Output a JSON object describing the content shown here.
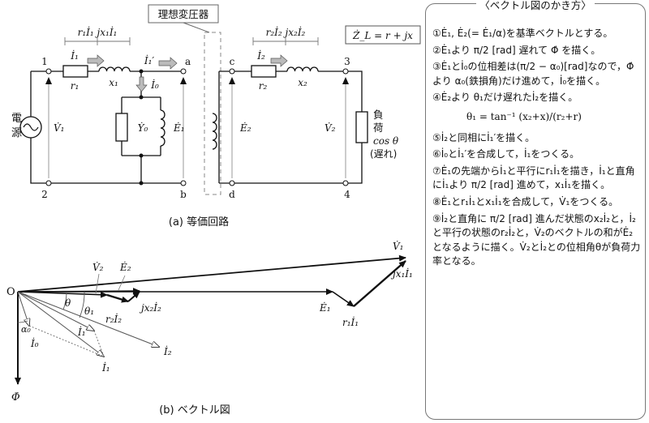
{
  "ideal_transformer_label": "理想変圧器",
  "circuit": {
    "zl_label": "Ż_L = r + jx",
    "r1x1_label": "r₁İ₁   jx₁İ₁",
    "r2x2_label": "r₂İ₂   jx₂İ₂",
    "node_1": "1",
    "node_2": "2",
    "node_3": "3",
    "node_4": "4",
    "node_a": "a",
    "node_b": "b",
    "node_c": "c",
    "node_d": "d",
    "i1": "İ₁",
    "i1p": "İ₁′",
    "i0": "İ₀",
    "i2": "İ₂",
    "r1": "r₁",
    "x1": "x₁",
    "r2": "r₂",
    "x2": "x₂",
    "y0": "Ẏ₀",
    "e1": "Ė₁",
    "e2": "Ė₂",
    "v1": "V̇₁",
    "v2": "V̇₂",
    "source_label": "電源",
    "load_label": "負荷",
    "load_cos": "cos θ",
    "load_lag": "(遅れ)",
    "caption": "(a) 等価回路"
  },
  "vector": {
    "origin": "O",
    "v1": "V̇₁",
    "jx1i1": "jx₁İ₁",
    "e1": "Ė₁",
    "r1i1": "r₁İ₁",
    "v2": "V̇₂",
    "e2": "Ė₂",
    "jx2i2": "jx₂İ₂",
    "r2i2": "r₂İ₂",
    "theta": "θ",
    "theta1": "θ₁",
    "alpha0": "α₀",
    "i0": "İ₀",
    "i1p": "İ₁′",
    "i1": "İ₁",
    "i2": "İ₂",
    "phi": "Φ̇",
    "caption": "(b) ベクトル図"
  },
  "panel": {
    "title": "〈ベクトル図のかき方〉",
    "steps": [
      "①Ė₁, Ė₂(= Ė₁/α)を基準ベクトルとする。",
      "②Ė₁より π/2 [rad] 遅れて Φ̇ を描く。",
      "③Ė₁とİ₀の位相差は(π/2 − α₀)[rad]なので，Φ̇より α₀(鉄損角)だけ進めて，İ₀を描く。",
      "④Ė₂より θ₁だけ遅れたİ₂を描く。",
      "θ₁ = tan⁻¹ (x₂+x)/(r₂+r)",
      "⑤İ₂と同相にİ₁′を描く。",
      "⑥İ₀とİ₁′を合成して，İ₁をつくる。",
      "⑦Ė₁の先端からİ₁と平行にr₁İ₁を描き，İ₁と直角にİ₁より π/2 [rad] 進めて，x₁İ₁を描く。",
      "⑧Ė₁とr₁İ₁とx₁İ₁を合成して，V̇₁をつくる。",
      "⑨İ₂と直角に π/2 [rad] 進んだ状態のx₂İ₂と，İ₂と平行の状態のr₂İ₂と，V̇₂のベクトルの和がĖ₂となるように描く。V̇₂とİ₂との位相角θが負荷力率となる。"
    ]
  }
}
